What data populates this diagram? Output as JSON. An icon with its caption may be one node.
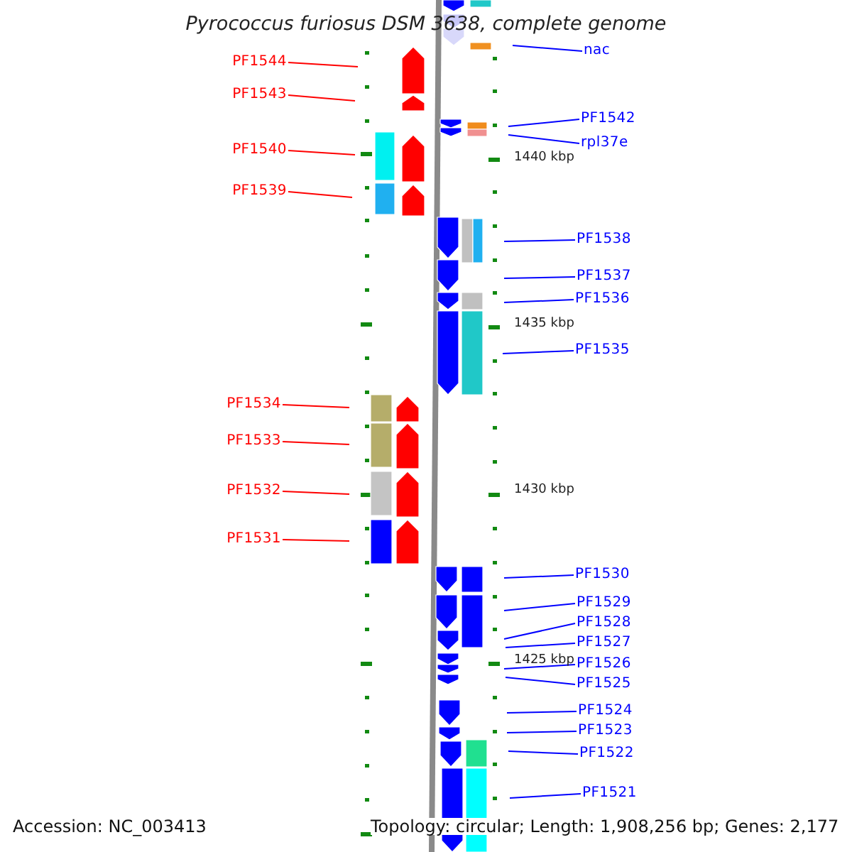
{
  "diagram": {
    "title": "Pyrococcus furiosus DSM 3638, complete genome",
    "nodes": [
      {
        "text": [
          "PF1544"
        ]
      },
      {
        "text": [
          "PF1543"
        ]
      },
      {
        "text": [
          "PF1540"
        ]
      },
      {
        "text": [
          "PF1539"
        ]
      },
      {
        "text": [
          "PF1534"
        ]
      },
      {
        "text": [
          "PF1533"
        ]
      },
      {
        "text": [
          "PF1532"
        ]
      },
      {
        "text": [
          "PF1531"
        ]
      },
      {
        "text": [
          "nac"
        ]
      },
      {
        "text": [
          "PF1542"
        ]
      },
      {
        "text": [
          "rpl37e"
        ]
      },
      {
        "text": [
          "PF1538"
        ]
      },
      {
        "text": [
          "PF1537"
        ]
      },
      {
        "text": [
          "PF1536"
        ]
      },
      {
        "text": [
          "PF1535"
        ]
      },
      {
        "text": [
          "PF1530"
        ]
      },
      {
        "text": [
          "PF1529"
        ]
      },
      {
        "text": [
          "PF1528"
        ]
      },
      {
        "text": [
          "PF1527"
        ]
      },
      {
        "text": [
          "PF1526"
        ]
      },
      {
        "text": [
          "PF1525"
        ]
      },
      {
        "text": [
          "PF1524"
        ]
      },
      {
        "text": [
          "PF1523"
        ]
      },
      {
        "text": [
          "PF1522"
        ]
      },
      {
        "text": [
          "PF1521"
        ]
      }
    ],
    "edges": [
      {
        "from": 0,
        "to": null,
        "arrow": "none",
        "color": "#ff0000"
      },
      {
        "from": 1,
        "to": null,
        "arrow": "none",
        "color": "#ff0000"
      },
      {
        "from": 2,
        "to": null,
        "arrow": "none",
        "color": "#ff0000"
      },
      {
        "from": 3,
        "to": null,
        "arrow": "none",
        "color": "#ff0000"
      },
      {
        "from": 4,
        "to": null,
        "arrow": "none",
        "color": "#ff0000"
      },
      {
        "from": 5,
        "to": null,
        "arrow": "none",
        "color": "#ff0000"
      },
      {
        "from": 6,
        "to": null,
        "arrow": "none",
        "color": "#ff0000"
      },
      {
        "from": 7,
        "to": null,
        "arrow": "none",
        "color": "#ff0000"
      },
      {
        "from": 8,
        "to": null,
        "arrow": "none"
      },
      {
        "from": 9,
        "to": null,
        "arrow": "none"
      },
      {
        "from": 10,
        "to": null,
        "arrow": "none"
      },
      {
        "from": 11,
        "to": null,
        "arrow": "none"
      },
      {
        "from": 12,
        "to": null,
        "arrow": "none"
      },
      {
        "from": 13,
        "to": null,
        "arrow": "none"
      },
      {
        "from": 14,
        "to": null,
        "arrow": "none"
      },
      {
        "from": 15,
        "to": null,
        "arrow": "none"
      },
      {
        "from": 16,
        "to": null,
        "arrow": "none"
      },
      {
        "from": 17,
        "to": null,
        "arrow": "none"
      },
      {
        "from": 18,
        "to": null,
        "arrow": "none"
      },
      {
        "from": 19,
        "to": null,
        "arrow": "none"
      },
      {
        "from": 20,
        "to": null,
        "arrow": "none"
      },
      {
        "from": 21,
        "to": null,
        "arrow": "none"
      },
      {
        "from": 22,
        "to": null,
        "arrow": "none"
      },
      {
        "from": 23,
        "to": null,
        "arrow": "none"
      },
      {
        "from": 24,
        "to": null,
        "arrow": "none"
      }
    ],
    "labels": [
      "1440 kbp",
      "1435 kbp",
      "1430 kbp",
      "1425 kbp",
      "Accession: NC_003413",
      "Topology: circular; Length: 1,908,256 bp; Genes: 2,177"
    ]
  }
}
